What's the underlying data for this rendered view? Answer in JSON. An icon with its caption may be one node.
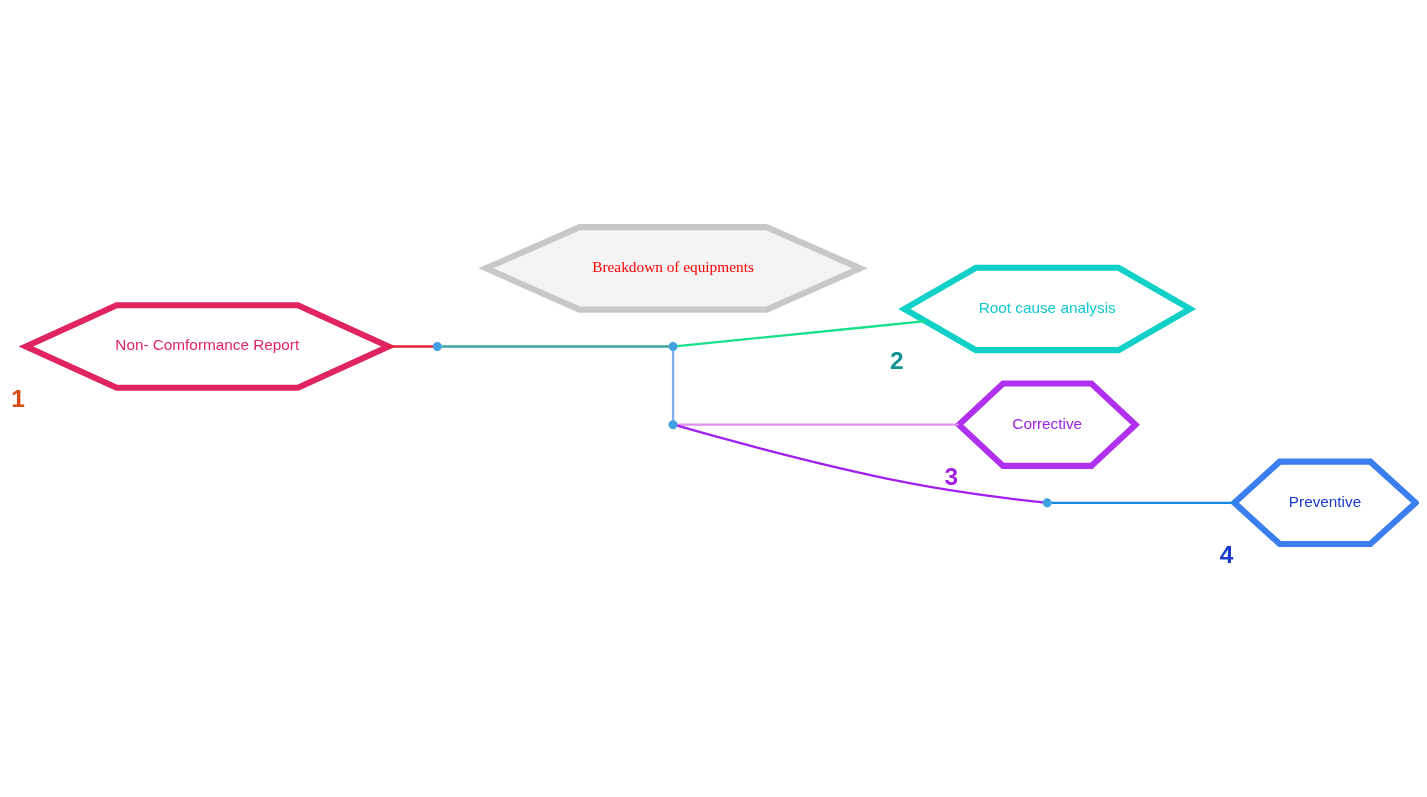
{
  "diagram": {
    "nodes": [
      {
        "text": [
          "Non- Comformance Report"
        ],
        "beside": [
          "1"
        ]
      },
      {
        "text": [
          "Breakdown of equipments"
        ]
      },
      {
        "text": [
          "Preventive"
        ],
        "beside": [
          "4"
        ]
      },
      {
        "text": [
          "Root cause analysis"
        ],
        "beside": [
          "2"
        ]
      },
      {
        "text": [
          "Corrective"
        ],
        "beside": [
          "3"
        ]
      },
      {
        "text": [],
        "shape": "circle"
      },
      {
        "text": [],
        "shape": "circle"
      },
      {
        "text": [],
        "shape": "circle"
      },
      {
        "text": [],
        "shape": "circle"
      }
    ],
    "edges": [
      {
        "from": 0,
        "to": 5,
        "arrow": "none",
        "color": "#e8203a"
      },
      {
        "from": 5,
        "to": 6,
        "arrow": "none",
        "color": "#3aa6a0"
      },
      {
        "from": 6,
        "to": 3,
        "arrow": "none",
        "color": "#19e08a"
      },
      {
        "from": 6,
        "to": 7,
        "arrow": "none",
        "color": "#7fb0f0"
      },
      {
        "from": 7,
        "to": 4,
        "arrow": "none",
        "color": "#e090f0"
      },
      {
        "from": 7,
        "to": 8,
        "arrow": "none",
        "color": "#a020f0"
      },
      {
        "from": 8,
        "to": 2,
        "arrow": "none",
        "color": "#1a8ae0"
      }
    ]
  }
}
